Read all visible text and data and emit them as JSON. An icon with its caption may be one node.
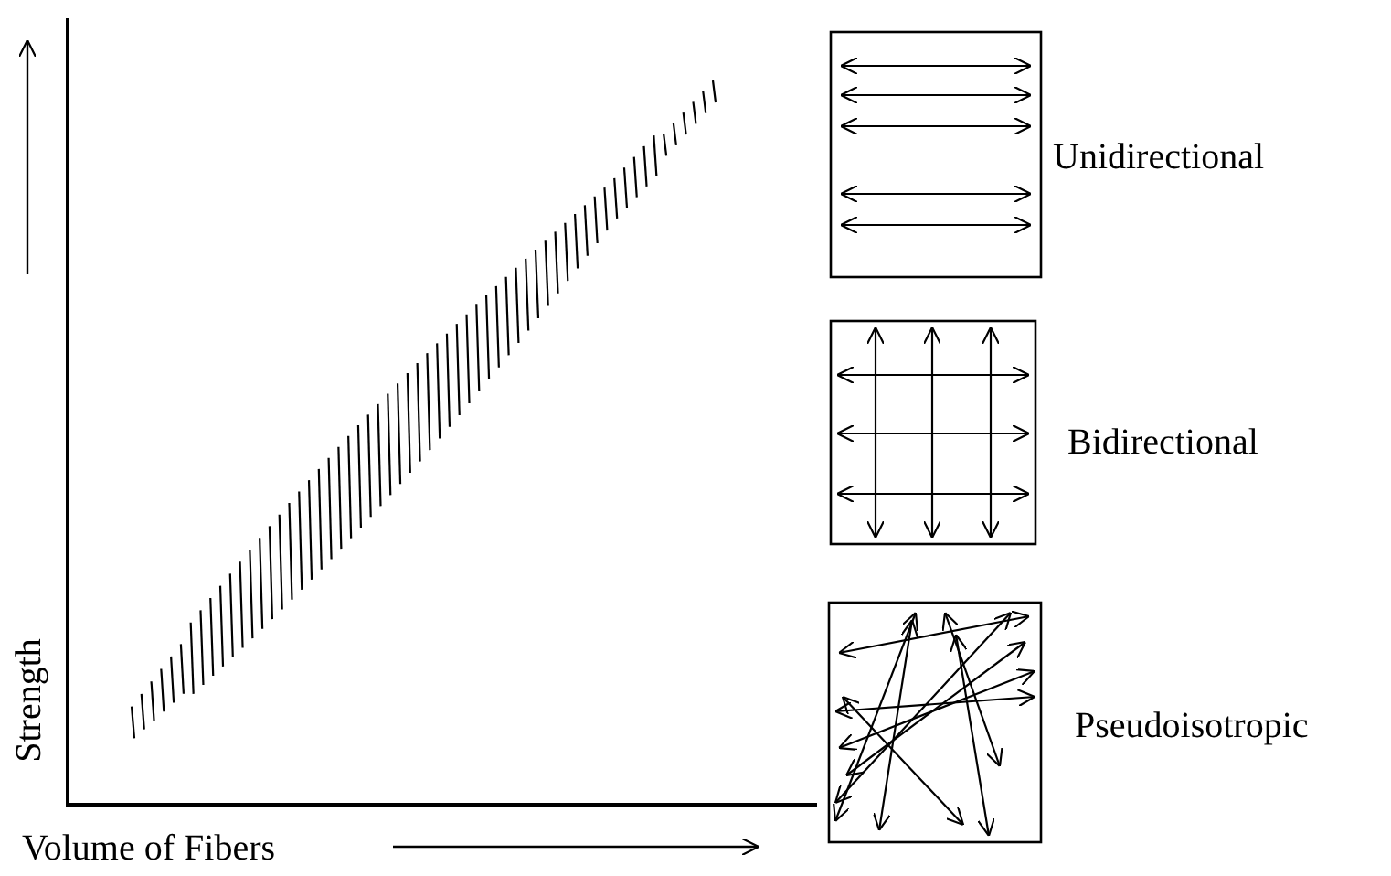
{
  "diagram": {
    "nodes": [
      {
        "text": [],
        "shape": "box",
        "beside": [
          "Unidirectional"
        ]
      },
      {
        "text": [],
        "shape": "box",
        "beside": [
          "Bidirectional"
        ]
      },
      {
        "text": [],
        "shape": "box",
        "beside": [
          "Pseudoisotropic"
        ]
      }
    ],
    "labels": [
      "Strength",
      "Volume of Fibers"
    ]
  }
}
